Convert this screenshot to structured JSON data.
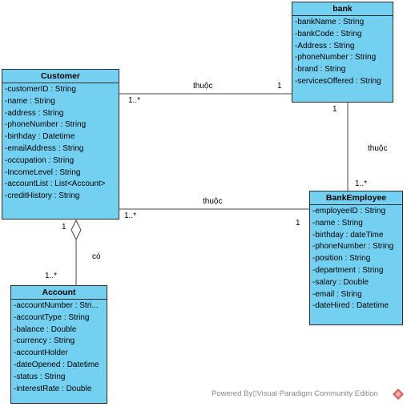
{
  "classes": {
    "customer": {
      "name": "Customer",
      "attributes": [
        "-customerID : String",
        "-name : String",
        "-address : String",
        "-phoneNumber : String",
        "-birthday : Datetime",
        "-emailAddress : String",
        "-occupation : String",
        "-IncomeLevel : String",
        "-accountList : List<Account>",
        "-creditHistory : String"
      ]
    },
    "bank": {
      "name": "bank",
      "attributes": [
        "-bankName : String",
        "-bankCode : String",
        "-Address : String",
        "-phoneNumber : String",
        "-brand : String",
        "-servicesOffered : String"
      ]
    },
    "bankemployee": {
      "name": "BankEmployee",
      "attributes": [
        "-employeeID : String",
        "-name : String",
        "-birthday : dateTime",
        "-phoneNumber : String",
        "-position : String",
        "-department : String",
        "-salary : Double",
        "-email : String",
        "-dateHired : Datetime"
      ]
    },
    "account": {
      "name": "Account",
      "attributes": [
        "-accountNumber : Stri...",
        "-accountType : String",
        "-balance : Double",
        "-currency : String",
        "-accountHolder",
        "-dateOpened : Datetime",
        "-status : String",
        "-interestRate : Double"
      ]
    }
  },
  "associations": {
    "customer_bank": {
      "label": "thuộc",
      "left_mult": "1..*",
      "right_mult": "1"
    },
    "bank_employee": {
      "label": "thuộc",
      "top_mult": "1",
      "bottom_mult": "1..*"
    },
    "customer_employee": {
      "label": "thuộc",
      "left_mult": "1..*",
      "right_mult": "1"
    },
    "customer_account": {
      "label": "có",
      "top_mult": "1",
      "bottom_mult": "1..*"
    }
  },
  "footer": "Powered By▯Visual Paradigm Community Edition",
  "colors": {
    "class_fill": "#74d0f1",
    "border": "#2f2f2f"
  }
}
